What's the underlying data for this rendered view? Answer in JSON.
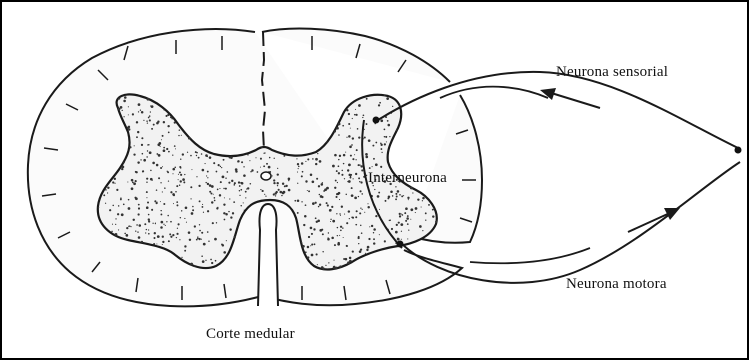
{
  "figure": {
    "labels": {
      "sensory": "Neurona sensorial",
      "interneuron": "Interneurona",
      "motor": "Neurona motora",
      "caption": "Corte medular"
    },
    "colors": {
      "ink": "#1a1a1a",
      "paper": "#ffffff",
      "matter_fill": "#f7f7f7",
      "frame": "#000000"
    }
  }
}
